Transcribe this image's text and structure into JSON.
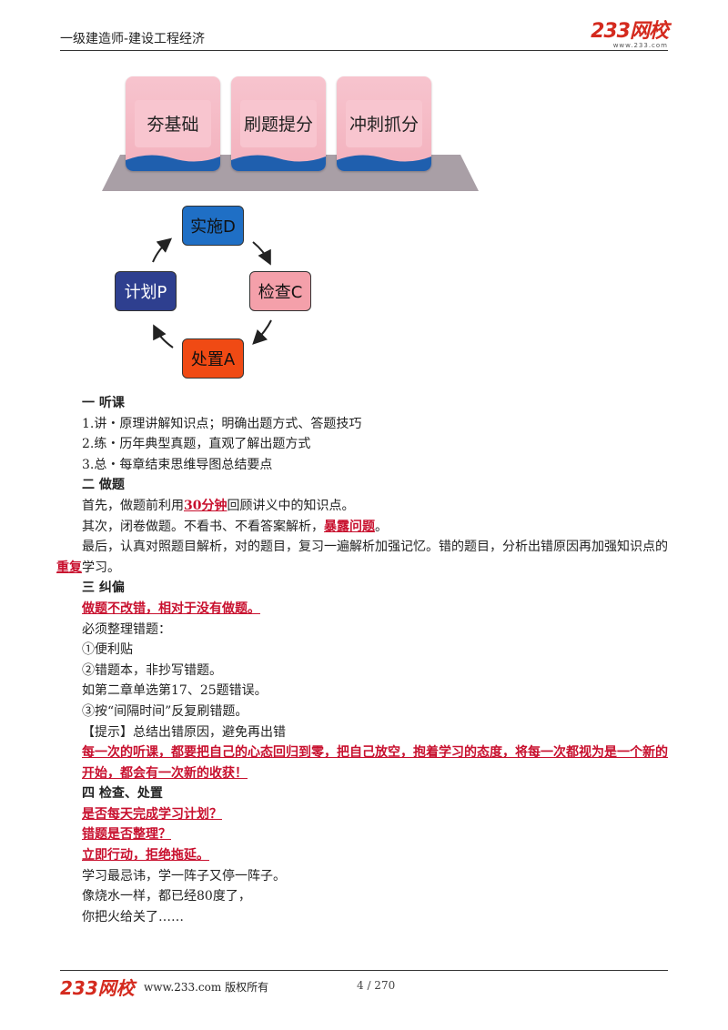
{
  "header": {
    "title": "一级建造师-建设工程经济",
    "logo": "233网校",
    "logo_sub": "www.233.com"
  },
  "blocks": [
    "夯基础",
    "刷题提分",
    "冲刺抓分"
  ],
  "pdca": {
    "do": "实施D",
    "plan": "计划P",
    "check": "检查C",
    "act": "处置A"
  },
  "content": {
    "s1_title": "一  听课",
    "s1_l1": "1.讲・原理讲解知识点；明确出题方式、答题技巧",
    "s1_l2": "2.练・历年典型真题，直观了解出题方式",
    "s1_l3": "3.总・每章结束思维导图总结要点",
    "s2_title": "二  做题",
    "s2_p1_a": "首先，做题前利用",
    "s2_p1_b": "30分钟",
    "s2_p1_c": "回顾讲义中的知识点。",
    "s2_p2_a": "其次，闭卷做题。不看书、不看答案解析，",
    "s2_p2_b": "暴露问题",
    "s2_p2_c": "。",
    "s2_p3_a": "最后，认真对照题目解析，对的题目，复习一遍解析加强记忆。错的题目，分析出错原因再加强知识点的",
    "s2_p3_b": "重复",
    "s2_p3_c": "学习。",
    "s3_title": "三  纠偏",
    "s3_l1": "做题不改错，相对于没有做题。",
    "s3_l2": "必须整理错题：",
    "s3_l3": "①便利贴",
    "s3_l4": "②错题本，非抄写错题。",
    "s3_l5": "如第二章单选第17、25题错误。",
    "s3_l6": "③按“间隔时间”反复刷错题。",
    "s3_l7": "【提示】总结出错原因，避免再出错",
    "s3_l8": "每一次的听课，都要把自己的心态回归到零，把自己放空，抱着学习的态度，将每一次都视为是一个新的开始，都会有一次新的收获！",
    "s4_title": "四  检查、处置",
    "s4_l1": "是否每天完成学习计划？",
    "s4_l2": "错题是否整理？",
    "s4_l3": "立即行动，拒绝拖延。",
    "s4_l4": "学习最忌讳，学一阵子又停一阵子。",
    "s4_l5": "像烧水一样，都已经80度了，",
    "s4_l6": "你把火给关了……"
  },
  "footer": {
    "logo": "233网校",
    "url": "www.233.com 版权所有",
    "page": "4 / 270"
  },
  "colors": {
    "do": "#1f6fc5",
    "plan": "#2e3f8f",
    "check": "#f4a0aa",
    "act": "#f04a14",
    "accent_red": "#c8102e"
  }
}
